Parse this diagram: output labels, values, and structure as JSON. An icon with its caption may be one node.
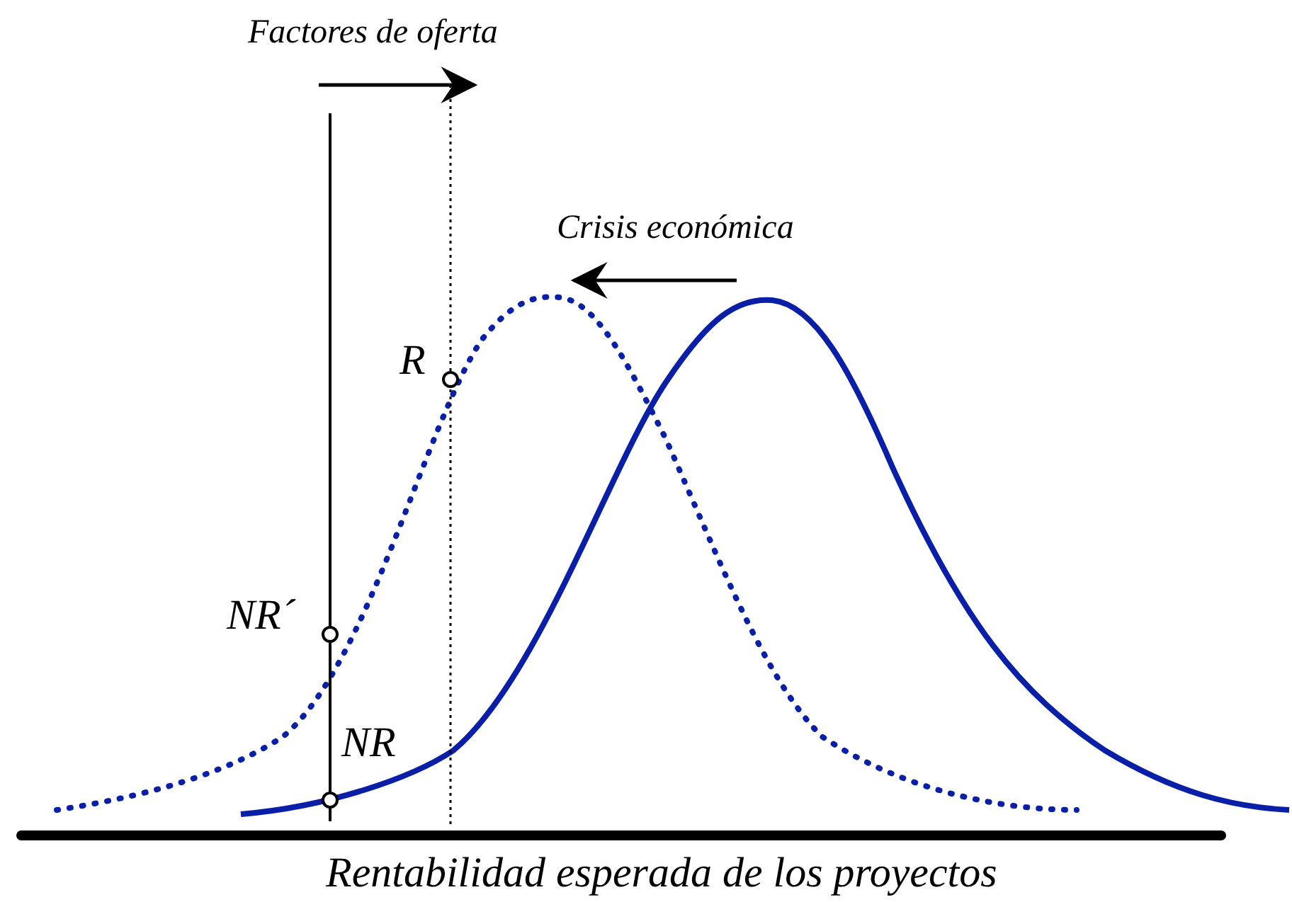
{
  "diagram": {
    "labels": [
      "Factores de oferta",
      "Crisis económica",
      "R",
      "NR´",
      "NR",
      "Rentabilidad esperada de los proyectos"
    ]
  }
}
